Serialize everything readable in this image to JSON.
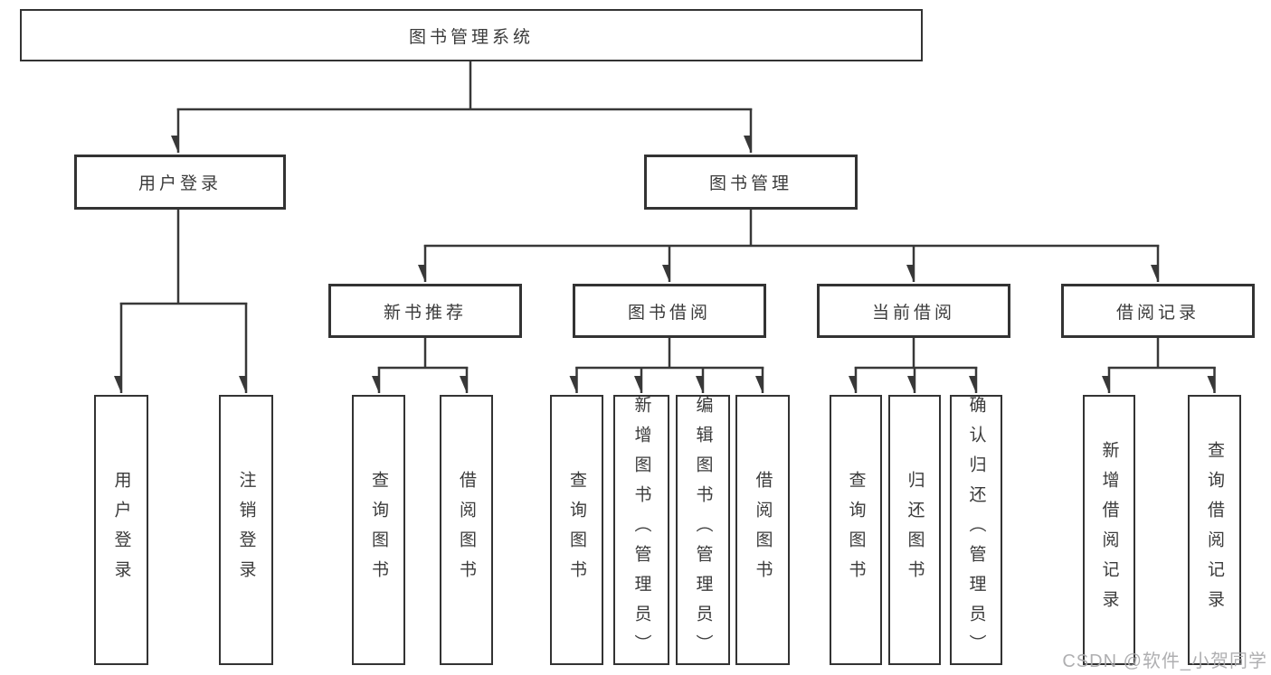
{
  "diagram": {
    "type": "hierarchy-tree",
    "line_color": "#383838",
    "box_border_color": "#333333",
    "text_color": "#3b3b3b",
    "nodes": {
      "root": {
        "label": "图书管理系统",
        "parent": null
      },
      "user_login": {
        "label": "用户登录",
        "parent": "root"
      },
      "book_mgmt": {
        "label": "图书管理",
        "parent": "root"
      },
      "leaf_user_login": {
        "label": "用户登录",
        "parent": "user_login"
      },
      "leaf_logout": {
        "label": "注销登录",
        "parent": "user_login"
      },
      "new_book_rec": {
        "label": "新书推荐",
        "parent": "book_mgmt"
      },
      "book_borrow": {
        "label": "图书借阅",
        "parent": "book_mgmt"
      },
      "current_borrow": {
        "label": "当前借阅",
        "parent": "book_mgmt"
      },
      "borrow_records": {
        "label": "借阅记录",
        "parent": "book_mgmt"
      },
      "leaf_query_new": {
        "label": "查询图书",
        "parent": "new_book_rec"
      },
      "leaf_borrow_new": {
        "label": "借阅图书",
        "parent": "new_book_rec"
      },
      "leaf_query_borrow": {
        "label": "查询图书",
        "parent": "book_borrow"
      },
      "leaf_add_book": {
        "label": "新增图书（管理员）",
        "parent": "book_borrow"
      },
      "leaf_edit_book": {
        "label": "编辑图书（管理员）",
        "parent": "book_borrow"
      },
      "leaf_borrow_book": {
        "label": "借阅图书",
        "parent": "book_borrow"
      },
      "leaf_query_current": {
        "label": "查询图书",
        "parent": "current_borrow"
      },
      "leaf_return_book": {
        "label": "归还图书",
        "parent": "current_borrow"
      },
      "leaf_confirm_return": {
        "label": "确认归还（管理员）",
        "parent": "current_borrow"
      },
      "leaf_add_record": {
        "label": "新增借阅记录",
        "parent": "borrow_records"
      },
      "leaf_query_record": {
        "label": "查询借阅记录",
        "parent": "borrow_records"
      }
    }
  },
  "watermark": {
    "text": "CSDN @软件_小贺同学"
  }
}
